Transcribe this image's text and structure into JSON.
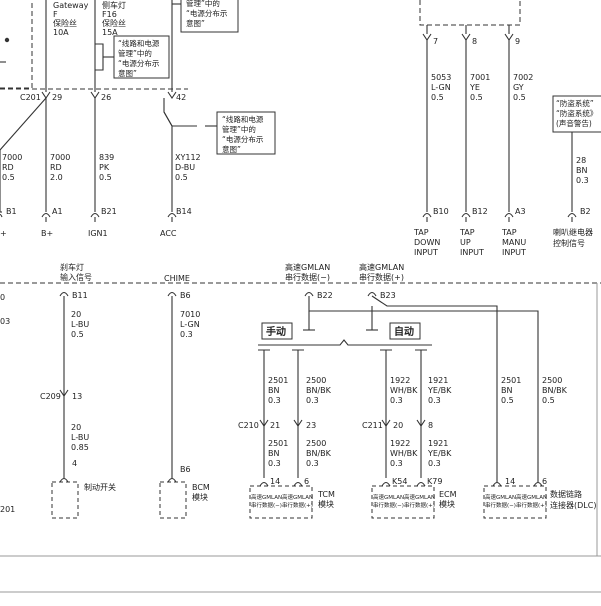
{
  "top_fuses": {
    "gateway_line1": "Gateway",
    "gateway_line2": "F",
    "gateway_line3": "保险丝",
    "gateway_line4": "10A",
    "side_line1": "侧车灯",
    "side_line2": "F16",
    "side_line3": "保险丝",
    "side_line4": "15A"
  },
  "notes": {
    "n_top_right": [
      "管理”中的",
      "“电源分布示",
      "意图”"
    ],
    "n_mid": [
      "“线路和电源",
      "管理”中的",
      "“电源分布示",
      "意图”"
    ],
    "n_right": [
      "“线路和电源",
      "管理”中的",
      "“电源分布示",
      "意图”"
    ],
    "antitheft": [
      "“防盗系统”",
      "“防盗系统》",
      "(声音警告)"
    ]
  },
  "connectors": {
    "c201": "C201",
    "c201b": "201",
    "c209": "C209",
    "c210": "C210",
    "c211": "C211"
  },
  "pins_top": [
    {
      "pin": "29",
      "num": "7000",
      "color": "RD",
      "size": "2.0",
      "term": "A1",
      "label": "B+"
    },
    {
      "pin": "26",
      "num": "839",
      "color": "PK",
      "size": "0.5",
      "term": "B21",
      "label": "IGN1"
    },
    {
      "pin": "42",
      "num": "XY112",
      "color": "D-BU",
      "size": "0.5",
      "term": "B14",
      "label": "ACC"
    }
  ],
  "left_wire": {
    "num": "7000",
    "color": "RD",
    "size": "0.5",
    "term": "B1",
    "label": "+"
  },
  "tap_wires": [
    {
      "pin": "7",
      "num": "5053",
      "color": "L-GN",
      "size": "0.5",
      "term": "B10",
      "l1": "TAP",
      "l2": "DOWN",
      "l3": "INPUT"
    },
    {
      "pin": "8",
      "num": "7001",
      "color": "YE",
      "size": "0.5",
      "term": "B12",
      "l1": "TAP",
      "l2": "UP",
      "l3": "INPUT"
    },
    {
      "pin": "9",
      "num": "7002",
      "color": "GY",
      "size": "0.5",
      "term": "A3",
      "l1": "TAP",
      "l2": "MANU",
      "l3": "INPUT"
    }
  ],
  "horn": {
    "num": "28",
    "color": "BN",
    "size": "0.3",
    "term": "B2",
    "l1": "喇叭继电器",
    "l2": "控制信号"
  },
  "bottom": {
    "brake_l1": "刹车灯",
    "brake_l2": "输入信号",
    "brake_term": "B11",
    "brake_w1": [
      "20",
      "L-BU",
      "0.5"
    ],
    "brake_pin": "13",
    "brake_w2": [
      "20",
      "L-BU",
      "0.85"
    ],
    "brake_term2": "4",
    "brake_switch": "制动开关",
    "chime": "CHIME",
    "chime_term": "B6",
    "chime_w": [
      "7010",
      "L-GN",
      "0.3"
    ],
    "bcm_term": "B6",
    "bcm_l1": "BCM",
    "bcm_l2": "模块",
    "gm_low_l1": "高速GMLAN",
    "gm_low_l2": "串行数据(−)",
    "gm_low_term": "B22",
    "gm_high_l1": "高速GMLAN",
    "gm_high_l2": "串行数据(+)",
    "gm_high_term": "B23",
    "manual": "手动",
    "auto": "自动",
    "tcm_a": [
      "2501",
      "BN",
      "0.3"
    ],
    "tcm_b": [
      "2500",
      "BN/BK",
      "0.3"
    ],
    "tcm_pin_a": "21",
    "tcm_pin_b": "23",
    "tcm_c": [
      "2501",
      "BN",
      "0.3"
    ],
    "tcm_d": [
      "2500",
      "BN/BK",
      "0.3"
    ],
    "tcm_term_a": "14",
    "tcm_term_b": "6",
    "tcm_l1": "TCM",
    "tcm_l2": "模块",
    "ecm_a": [
      "1922",
      "WH/BK",
      "0.3"
    ],
    "ecm_b": [
      "1921",
      "YE/BK",
      "0.3"
    ],
    "ecm_pin_a": "20",
    "ecm_pin_b": "8",
    "ecm_c": [
      "1922",
      "WH/BK",
      "0.3"
    ],
    "ecm_d": [
      "1921",
      "YE/BK",
      "0.3"
    ],
    "ecm_term_a": "K54",
    "ecm_term_b": "K79",
    "ecm_l1": "ECM",
    "ecm_l2": "模块",
    "dlc_a": [
      "2501",
      "BN",
      "0.5"
    ],
    "dlc_b": [
      "2500",
      "BN/BK",
      "0.5"
    ],
    "dlc_term_a": "14",
    "dlc_term_b": "6",
    "dlc_l1": "数据链路",
    "dlc_l2": "连接器(DLC)",
    "mod_low": [
      "高速GMLAN",
      "串行数据(−)"
    ],
    "mod_high": [
      "高速GMLAN",
      "串行数据(+)"
    ],
    "left_frag": [
      "0",
      "03"
    ]
  }
}
